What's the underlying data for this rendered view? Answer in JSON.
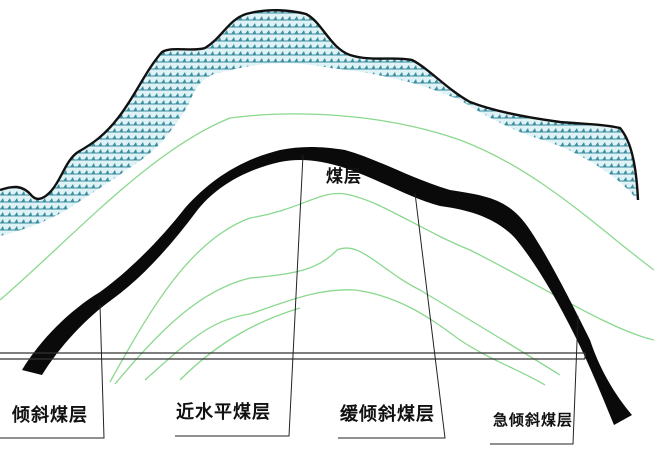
{
  "diagram": {
    "type": "geological-cross-section",
    "subject": "coal seam dip classification",
    "colors": {
      "background": "#ffffff",
      "hatch_fill": "#d9f0f5",
      "hatch_mark": "#3b8ea0",
      "surface_outline": "#111111",
      "coal_seam": "#0a0a0a",
      "strata_lines": "#8ad88e",
      "guide_lines": "#222222"
    },
    "labels": {
      "coal_seam": "煤层",
      "zones": [
        {
          "id": "inclined",
          "text": "倾斜煤层"
        },
        {
          "id": "near-horizontal",
          "text": "近水平煤层"
        },
        {
          "id": "gently-inclined",
          "text": "缓倾斜煤层"
        },
        {
          "id": "steeply-inclined",
          "text": "急倾斜煤层"
        }
      ]
    },
    "elements": {
      "surface_layer": "hatched overburden with rugged ground surface",
      "coal_seam": "thick black anticlinal coal seam",
      "strata": "green rock strata lines",
      "horizontal_reference": "double horizontal line",
      "zone_dividers": "thin vertical guide lines forming label boxes"
    }
  }
}
